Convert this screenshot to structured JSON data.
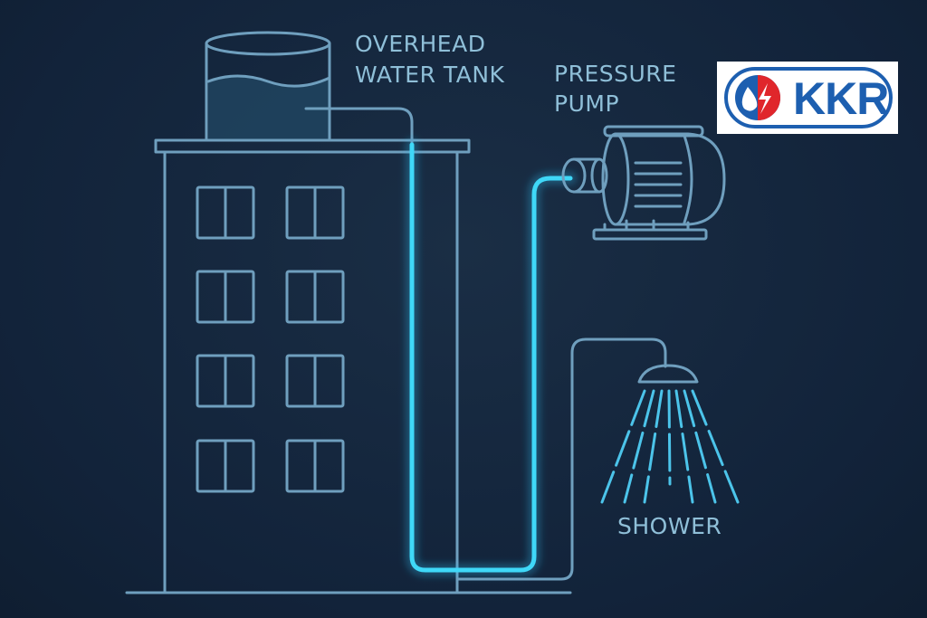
{
  "labels": {
    "tank_line1": "OVERHEAD",
    "tank_line2": "WATER TANK",
    "pump_line1": "PRESSURE",
    "pump_line2": "PUMP",
    "shower": "SHOWER"
  },
  "logo": {
    "text": "KKR"
  },
  "colors": {
    "background": "#13253a",
    "line": "#6f9fbe",
    "glow": "#3fd8f8",
    "logo_blue": "#1d5fb0",
    "logo_red": "#e0262b"
  }
}
